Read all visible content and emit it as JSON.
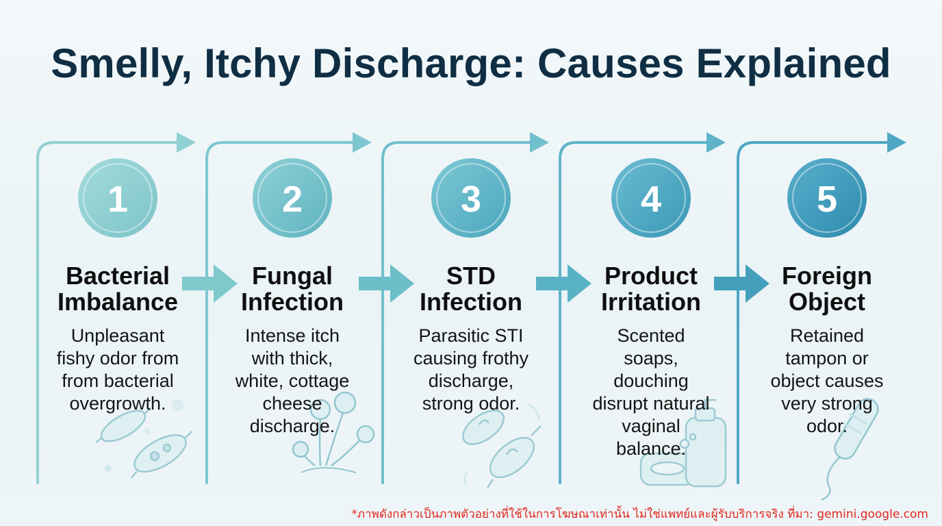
{
  "title": "Smelly, Itchy Discharge: Causes Explained",
  "colors": {
    "background": "#eef5f8",
    "title": "#0f2e44",
    "teal_light": "#8fd0d3",
    "teal_dark": "#2d8fb0",
    "disclaimer": "#e0261c"
  },
  "steps": [
    {
      "number": "1",
      "title": "Bacterial\nImbalance",
      "description": "Unpleasant\nfishy odor from\nfrom bacterial\novergrowth.",
      "icon": "bacteria-icon"
    },
    {
      "number": "2",
      "title": "Fungal\nInfection",
      "description": "Intense itch\nwith thick,\nwhite, cottage\ncheese\ndischarge.",
      "icon": "fungus-icon"
    },
    {
      "number": "3",
      "title": "STD\nInfection",
      "description": "Parasitic STI\ncausing frothy\ndischarge,\nstrong odor.",
      "icon": "parasite-icon"
    },
    {
      "number": "4",
      "title": "Product\nIrritation",
      "description": "Scented\nsoaps,\ndouching\ndisrupt natural\nvaginal\nbalance.",
      "icon": "soap-bottle-icon"
    },
    {
      "number": "5",
      "title": "Foreign\nObject",
      "description": "Retained\ntampon or\nobject causes\nvery strong\nodor.",
      "icon": "tampon-icon"
    }
  ],
  "disclaimer": "*ภาพดังกล่าวเป็นภาพตัวอย่างที่ใช้ในการโฆษณาเท่านั้น ไม่ใช่แพทย์และผู้รับบริการจริง ที่มา: gemini.google.com"
}
